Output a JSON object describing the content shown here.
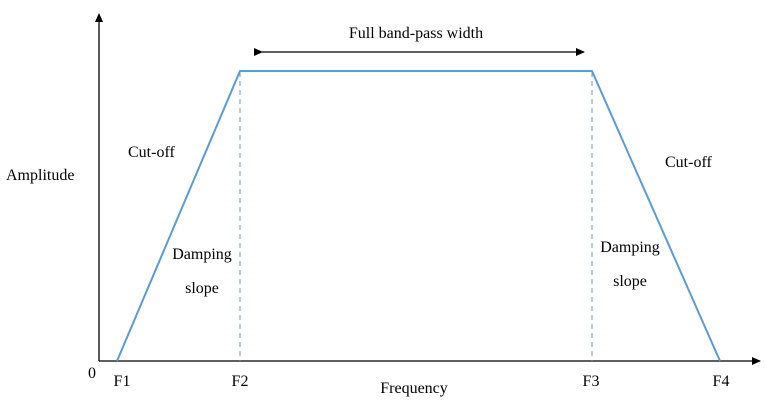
{
  "diagram": {
    "y_axis_label": "Amplitude",
    "x_axis_label": "Frequency",
    "origin_label": "0",
    "ticks": [
      "F1",
      "F2",
      "F3",
      "F4"
    ],
    "bandwidth_label": "Full band-pass width",
    "left_cutoff_label": "Cut-off",
    "right_cutoff_label": "Cut-off",
    "left_slope_label": [
      "Damping",
      "slope"
    ],
    "right_slope_label": [
      "Damping",
      "slope"
    ]
  },
  "colors": {
    "filter_line": "#5b9bd5",
    "axes": "#000000"
  }
}
